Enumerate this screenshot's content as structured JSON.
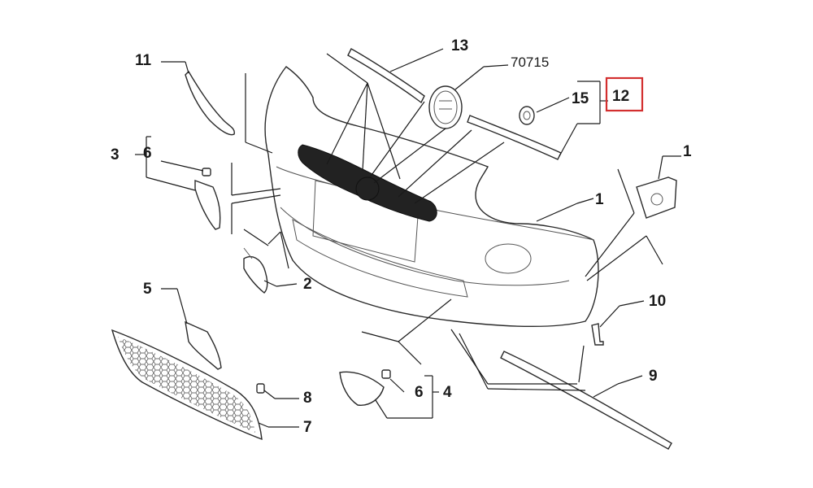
{
  "callouts": {
    "c1": "1",
    "c2": "2",
    "c3": "3",
    "c4": "4",
    "c5": "5",
    "c6a": "6",
    "c6b": "6",
    "c7": "7",
    "c8": "8",
    "c9": "9",
    "c10": "10",
    "c11": "11",
    "c12": "12",
    "c13": "13",
    "c15": "15",
    "c16": "1",
    "ref": "70715"
  },
  "highlight_color": "#d32f2f"
}
